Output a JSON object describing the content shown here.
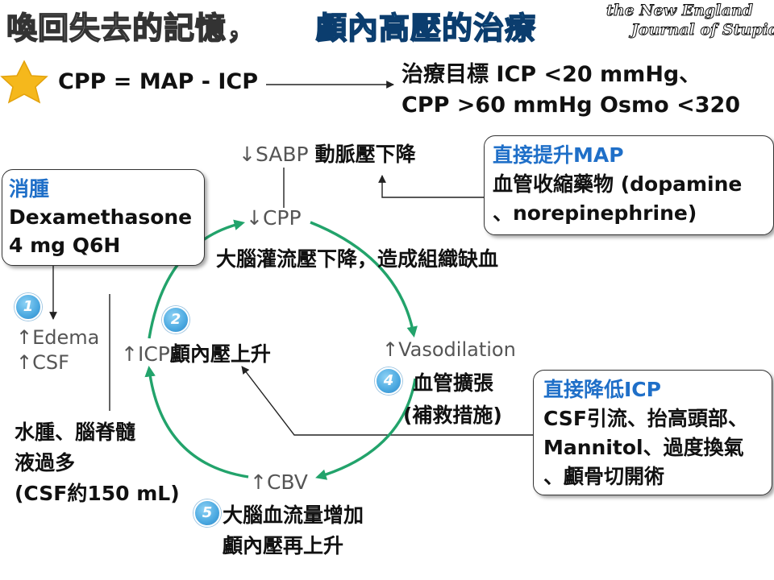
{
  "title": {
    "part1": "喚回失去的記憶，",
    "part2": "顱內高壓的治療"
  },
  "brand": {
    "line1": "the New England",
    "line2": "Journal of Stupid"
  },
  "formula": "CPP = MAP - ICP",
  "targets": {
    "line1": "治療目標 ICP <20 mmHg、",
    "line2": "CPP >60 mmHg Osmo <320"
  },
  "sabp": {
    "arrow_label": "↓SABP",
    "text": "動脈壓下降"
  },
  "box_map": {
    "heading": "直接提升MAP",
    "line1": "血管收縮藥物 (dopamine",
    "line2": "、norepinephrine)"
  },
  "box_steroid": {
    "heading": "消腫",
    "line1": "Dexamethasone",
    "line2": "4 mg Q6H"
  },
  "cycle": {
    "cpp_label": "↓CPP",
    "cpp_text": "大腦灌流壓下降，造成組織缺血",
    "icp_label": "↑ICP",
    "icp_text": "顱內壓上升",
    "vaso_label": "↑Vasodilation",
    "vaso_text1": "血管擴張",
    "vaso_text2": "(補救措施)",
    "cbv_label": "↑CBV",
    "cbv_text1": "大腦血流量增加",
    "cbv_text2": "顱內壓再上升"
  },
  "causes": {
    "edema": "↑Edema",
    "csf": "↑CSF",
    "text1": "水腫、腦脊髓",
    "text2": "液過多",
    "text3": "(CSF約150 mL)"
  },
  "box_icp": {
    "heading": "直接降低ICP",
    "line1": "CSF引流、抬高頭部、",
    "line2": "Mannitol、過度換氣",
    "line3": "、顱骨切開術"
  },
  "steps": [
    "1",
    "2",
    "4",
    "5"
  ],
  "colors": {
    "cycle_arrow": "#22a36b",
    "heading_blue": "#1f6fc8",
    "title_blue": "#39b6e8",
    "star": "#f5b81c",
    "badge": "#4aa8e0"
  }
}
